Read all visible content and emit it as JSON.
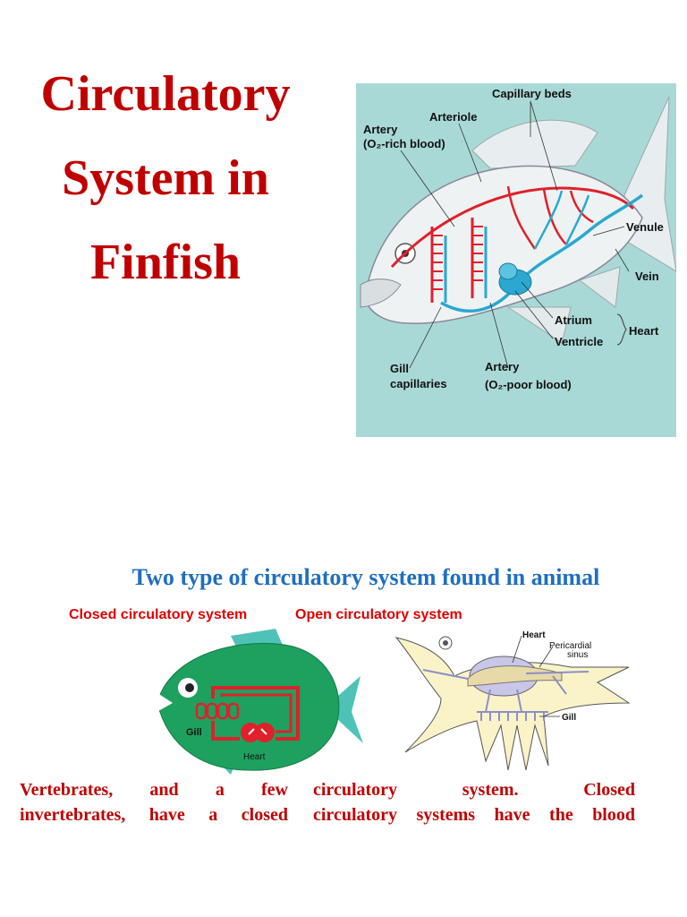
{
  "title": {
    "line1": "Circulatory",
    "line2": "System in",
    "line3": "Finfish"
  },
  "main_figure": {
    "labels": {
      "capillary_beds": "Capillary beds",
      "arteriole": "Arteriole",
      "artery_rich_1": "Artery",
      "artery_rich_2": "(O₂-rich blood)",
      "venule": "Venule",
      "vein": "Vein",
      "atrium": "Atrium",
      "ventricle": "Ventricle",
      "heart": "Heart",
      "gill_1": "Gill",
      "gill_2": "capillaries",
      "artery_poor_1": "Artery",
      "artery_poor_2": "(O₂-poor blood)"
    },
    "colors": {
      "background": "#a9d9d6",
      "artery": "#e0202a",
      "vein": "#2aa8d0"
    }
  },
  "subtitle": "Two type of circulatory system found in animal",
  "closed": {
    "label": "Closed circulatory system",
    "gill_label": "Gill",
    "heart_label": "Heart"
  },
  "open": {
    "label": "Open circulatory system",
    "heart_label": "Heart",
    "pericardial_1": "Pericardial",
    "pericardial_2": "sinus",
    "gill_label": "Gill"
  },
  "body": {
    "left_line1": "Vertebrates, and a few",
    "left_line2": "invertebrates, have a closed",
    "right_line1": "circulatory system. Closed",
    "right_line2": "circulatory systems have the blood"
  }
}
